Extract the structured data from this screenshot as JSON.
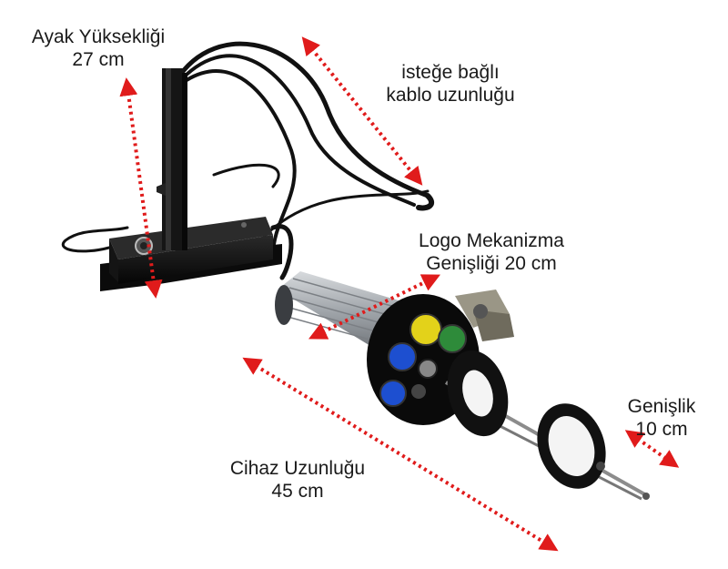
{
  "labels": {
    "foot_height": {
      "line1": "Ayak Yüksekliği",
      "line2": "27 cm"
    },
    "cable_length": {
      "line1": "isteğe bağlı",
      "line2": "kablo uzunluğu"
    },
    "logo_width": {
      "line1": "Logo Mekanizma",
      "line2": "Genişliği 20 cm"
    },
    "width": {
      "line1": "Genişlik",
      "line2": "10 cm"
    },
    "device_length": {
      "line1": "Cihaz Uzunluğu",
      "line2": "45 cm"
    }
  },
  "colors": {
    "arrow": "#e01b1b",
    "body_black": "#111111",
    "cylinder_silver": "#a9adb2",
    "gobo_yellow": "#e3d21a",
    "gobo_green": "#2e8b3a",
    "gobo_blue": "#1d4fd0",
    "lens_white": "#f4f4f4"
  }
}
